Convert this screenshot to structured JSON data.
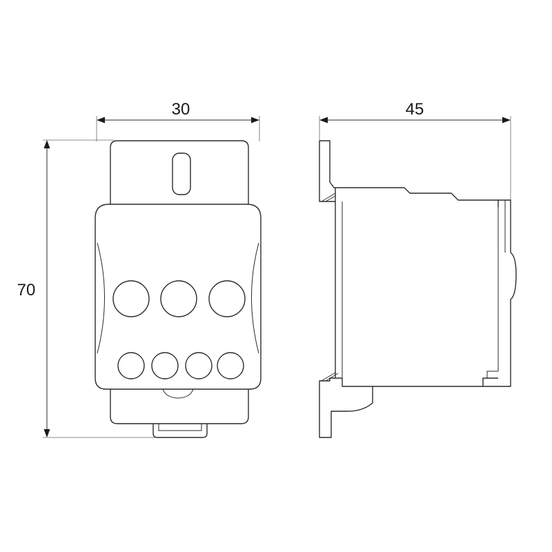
{
  "dimensions": {
    "width_front": "30",
    "depth_side": "45",
    "height": "70"
  },
  "front_view": {
    "holes_large_count": 3,
    "holes_small_count": 4
  },
  "colors": {
    "line": "#2a2a2a",
    "background": "#ffffff"
  }
}
